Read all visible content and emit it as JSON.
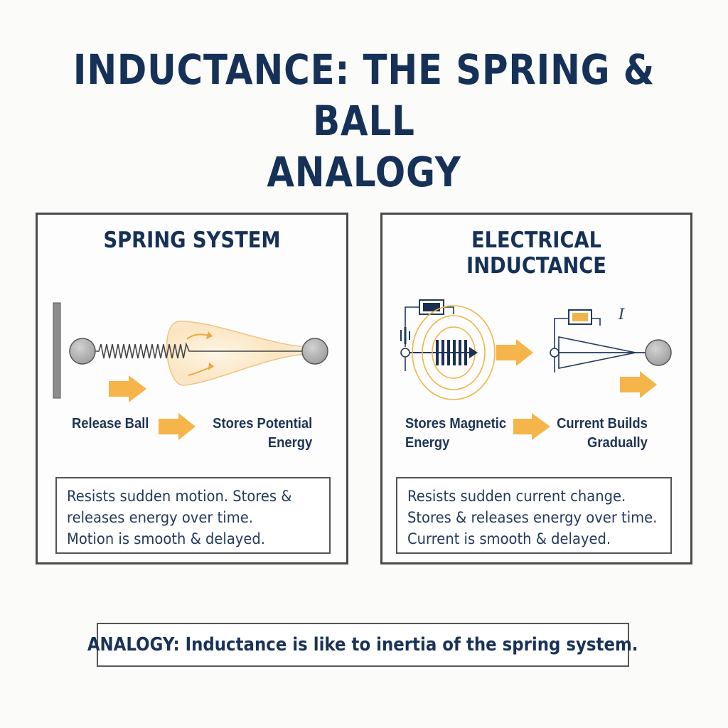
{
  "title": {
    "line1": "INDUCTANCE: THE SPRING & BALL",
    "line2": "ANALOGY"
  },
  "spring_panel": {
    "heading": "SPRING SYSTEM",
    "caption_left": "Release Ball",
    "caption_right_line1": "Stores Potential",
    "caption_right_line2": "Energy",
    "note_lines": [
      "Resists sudden motion. Stores &",
      "releases energy over time.",
      "Motion is smooth & delayed."
    ]
  },
  "inductance_panel": {
    "heading": "ELECTRICAL INDUCTANCE",
    "current_symbol": "I",
    "caption_left_line1": "Stores Magnetic",
    "caption_left_line2": "Energy",
    "caption_right_line1": "Current Builds",
    "caption_right_line2": "Gradually",
    "note_lines": [
      "Resists sudden current change.",
      "Stores & releases energy over time.",
      "Current is smooth & delayed."
    ]
  },
  "analogy": "ANALOGY: Inductance is like to inertia of the spring system.",
  "colors": {
    "navy": "#163157",
    "arrow_orange": "#f5b54a",
    "ball_gray": "#b5b5b5",
    "glow": "#f7d9a6"
  }
}
